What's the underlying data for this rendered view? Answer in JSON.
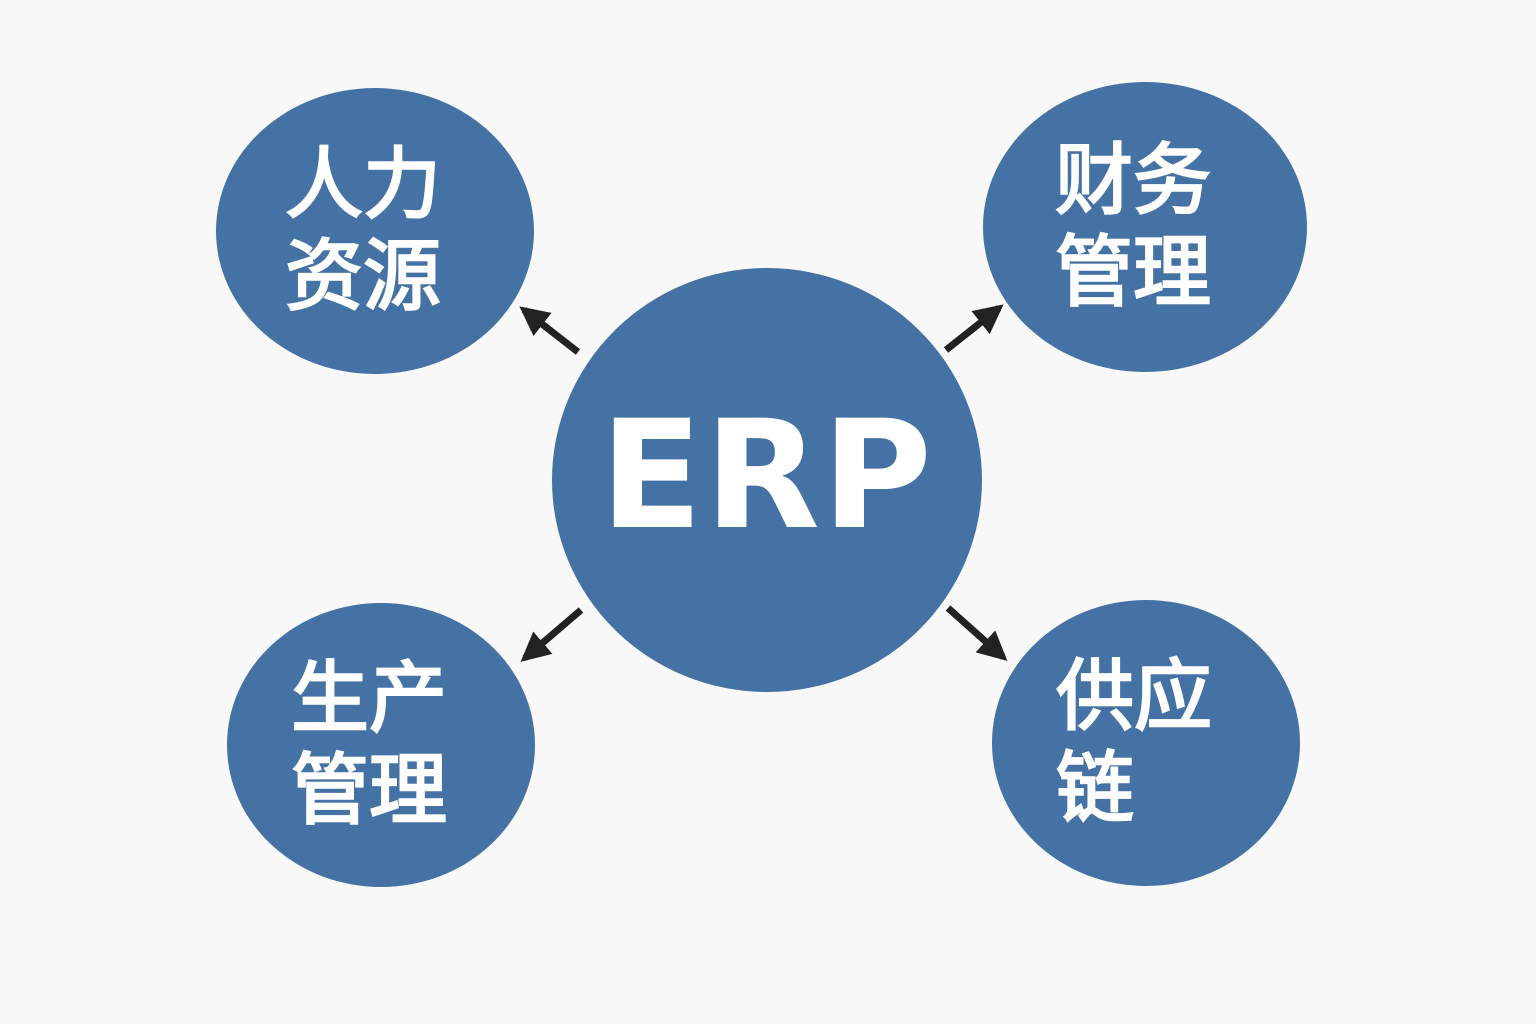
{
  "diagram": {
    "center": {
      "label": "ERP"
    },
    "modules": [
      {
        "id": "hr",
        "label": "人力资源"
      },
      {
        "id": "finance",
        "label": "财务管理"
      },
      {
        "id": "production",
        "label": "生产管理"
      },
      {
        "id": "supply",
        "label": "供应链"
      }
    ]
  },
  "colors": {
    "background": "#f8f8f8",
    "node_fill": "#4472a4",
    "node_text": "#ffffff",
    "arrow": "#222222"
  }
}
